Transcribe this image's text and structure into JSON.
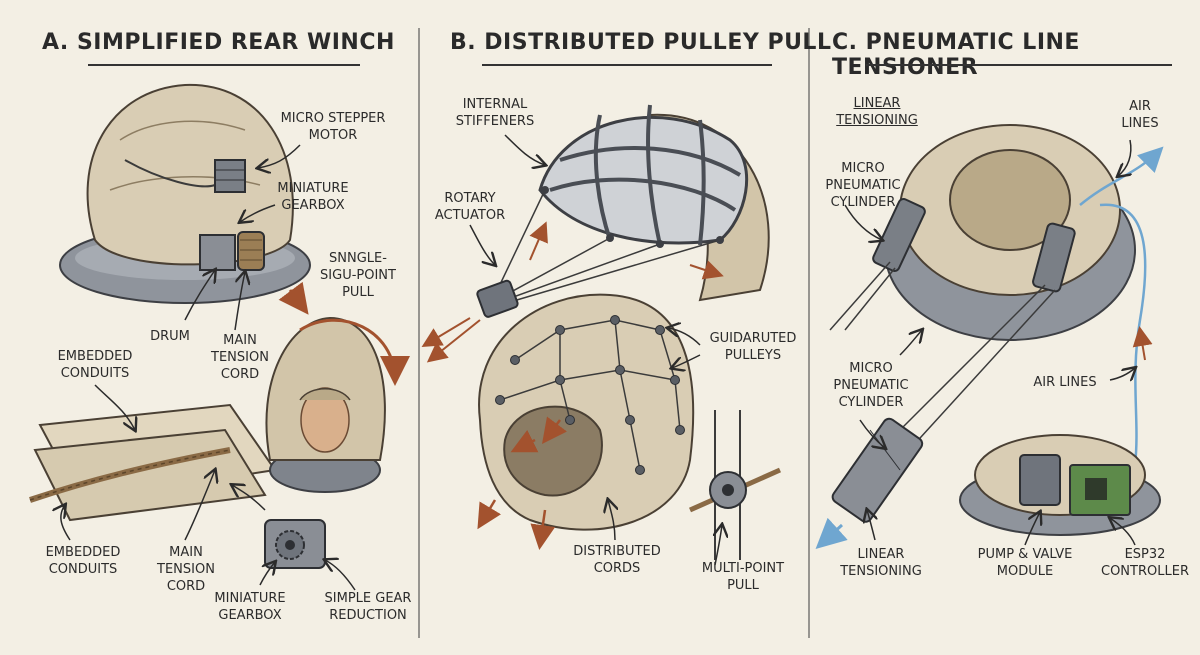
{
  "panels": {
    "a": {
      "title": "A. SIMPLIFIED REAR WINCH",
      "labels": {
        "micro_stepper_motor": "MICRO STEPPER\nMOTOR",
        "miniature_gearbox_top": "MINIATURE\nGEARBOX",
        "single_point_pull": "SNNGLE-\nSIGU-POINT\nPULL",
        "drum": "DRUM",
        "main_tension_cord_top": "MAIN\nTENSION\nCORD",
        "embedded_conduits_top": "EMBEDDED\nCONDUITS",
        "embedded_conduits_bottom": "EMBEDDED\nCONDUITS",
        "main_tension_cord_bottom": "MAIN\nTENSION\nCORD",
        "miniature_gearbox_bottom": "MINIATURE\nGEARBOX",
        "simple_gear_reduction": "SIMPLE GEAR\nREDUCTION"
      }
    },
    "b": {
      "title": "B. DISTRIBUTED PULLEY PULL",
      "labels": {
        "internal_stiffeners": "INTERNAL\nSTIFFENERS",
        "rotary_actuator": "ROTARY\nACTUATOR",
        "guided_pulleys": "GUIDARUTED\nPULLEYS",
        "distributed_cords": "DISTRIBUTED\nCORDS",
        "multi_point_pull": "MULTI-POINT\nPULL"
      }
    },
    "c": {
      "title": "C. PNEUMATIC LINE TENSIONER",
      "labels": {
        "linear_tensioning_top": "LINEAR\nTENSIONING",
        "air_lines_top": "AIR\nLINES",
        "micro_pneumatic_cylinder_top": "MICRO\nPNEUMATIC\nCYLINDER",
        "micro_pneumatic_cylinder_bottom": "MICRO\nPNEUMATIC\nCYLINDER",
        "air_lines_mid": "AIR LINES",
        "linear_tensioning_bottom": "LINEAR\nTENSIONING",
        "pump_valve_module": "PUMP & VALVE\nMODULE",
        "esp32_controller": "ESP32\nCONTROLLER"
      }
    }
  },
  "colors": {
    "background": "#f3efe4",
    "fabric": "#d9cdb4",
    "fabric_dark": "#b9a988",
    "collar": "#8f949c",
    "metal": "#6f747c",
    "arrow_red": "#a3522e",
    "air_blue": "#6fa6d0",
    "pcb_green": "#5d8a4a"
  }
}
